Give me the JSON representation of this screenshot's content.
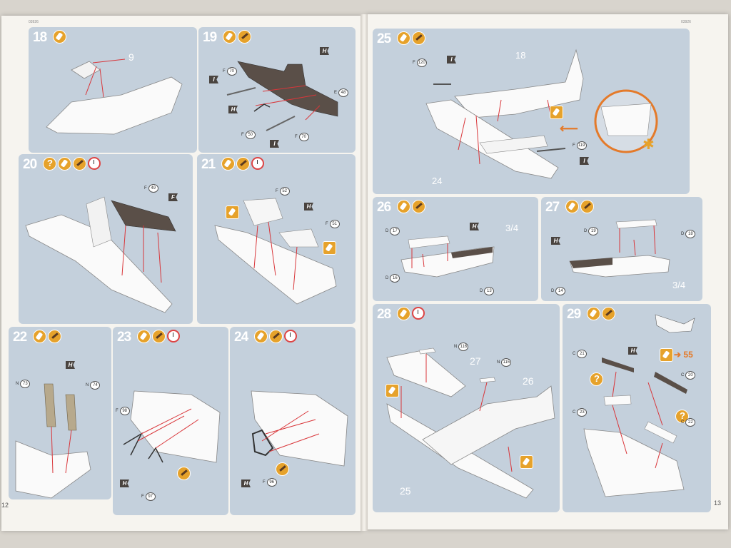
{
  "pages": {
    "left": {
      "code": "03926",
      "page_number": "12"
    },
    "right": {
      "code": "03926",
      "page_number": "13"
    }
  },
  "steps": [
    {
      "id": "18",
      "icons": [
        "glue-icon"
      ],
      "parts": [
        {
          "label": "9"
        }
      ]
    },
    {
      "id": "19",
      "icons": [
        "glue-icon",
        "paint-icon"
      ],
      "parts": [
        {
          "prefix": "F",
          "num": "70"
        },
        {
          "prefix": "E",
          "num": "48"
        },
        {
          "prefix": "F",
          "num": "50"
        },
        {
          "prefix": "F",
          "num": "70"
        }
      ],
      "flags": [
        "H",
        "I",
        "H",
        "I"
      ]
    },
    {
      "id": "20",
      "icons": [
        "question-icon",
        "glue-icon",
        "paint-icon",
        "clock-icon"
      ],
      "parts": [
        {
          "prefix": "F",
          "num": "49"
        }
      ],
      "flags": [
        "F"
      ]
    },
    {
      "id": "21",
      "icons": [
        "glue-icon",
        "paint-icon",
        "clock-icon"
      ],
      "parts": [
        {
          "prefix": "F",
          "num": "52"
        },
        {
          "prefix": "F",
          "num": "51"
        }
      ],
      "flags": [
        "H"
      ]
    },
    {
      "id": "22",
      "icons": [
        "glue-icon",
        "paint-icon"
      ],
      "parts": [
        {
          "prefix": "N",
          "num": "73"
        },
        {
          "prefix": "N",
          "num": "74"
        }
      ],
      "flags": [
        "H"
      ]
    },
    {
      "id": "23",
      "icons": [
        "glue-icon",
        "paint-icon",
        "clock-icon"
      ],
      "parts": [
        {
          "prefix": "F",
          "num": "98"
        },
        {
          "prefix": "F",
          "num": "97"
        }
      ],
      "flags": [
        "H"
      ]
    },
    {
      "id": "24",
      "icons": [
        "glue-icon",
        "paint-icon",
        "clock-icon"
      ],
      "parts": [
        {
          "prefix": "F",
          "num": "96"
        }
      ],
      "flags": [
        "H"
      ]
    },
    {
      "id": "25",
      "icons": [
        "glue-icon",
        "paint-icon"
      ],
      "parts": [
        {
          "prefix": "F",
          "num": "120"
        },
        {
          "prefix": "F",
          "num": "119"
        },
        {
          "label": "18"
        },
        {
          "label": "24"
        }
      ],
      "flags": [
        "I",
        "I"
      ]
    },
    {
      "id": "26",
      "icons": [
        "glue-icon",
        "paint-icon"
      ],
      "parts": [
        {
          "prefix": "D",
          "num": "17"
        },
        {
          "prefix": "D",
          "num": "16"
        },
        {
          "prefix": "D",
          "num": "13"
        },
        {
          "label": "3/4"
        }
      ],
      "flags": [
        "H"
      ]
    },
    {
      "id": "27",
      "icons": [
        "glue-icon",
        "paint-icon"
      ],
      "parts": [
        {
          "prefix": "D",
          "num": "19"
        },
        {
          "prefix": "D",
          "num": "18"
        },
        {
          "prefix": "D",
          "num": "14"
        },
        {
          "label": "3/4"
        }
      ],
      "flags": [
        "H"
      ]
    },
    {
      "id": "28",
      "icons": [
        "glue-icon",
        "clock-icon"
      ],
      "parts": [
        {
          "prefix": "N",
          "num": "116"
        },
        {
          "prefix": "N",
          "num": "115"
        },
        {
          "label": "27"
        },
        {
          "label": "26"
        },
        {
          "label": "25"
        }
      ]
    },
    {
      "id": "29",
      "icons": [
        "glue-icon",
        "paint-icon"
      ],
      "parts": [
        {
          "prefix": "C",
          "num": "21"
        },
        {
          "prefix": "C",
          "num": "20"
        },
        {
          "prefix": "C",
          "num": "23"
        },
        {
          "prefix": "C",
          "num": "22"
        }
      ],
      "flags": [
        "H"
      ],
      "paint_ref": "55"
    }
  ],
  "colors": {
    "panel": "#c4d0dc",
    "icon": "#e6a22b",
    "arrow": "#d9363a",
    "accent": "#e47a2a",
    "dark_part": "#5a4f48"
  }
}
